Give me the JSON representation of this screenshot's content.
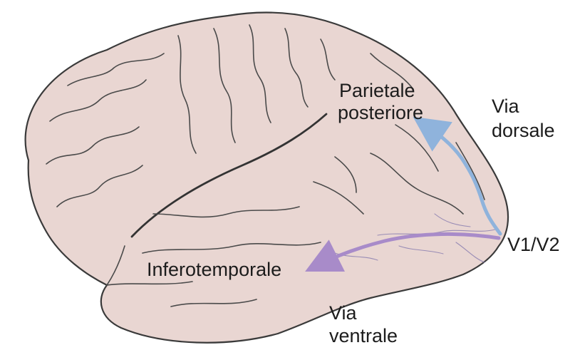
{
  "labels": {
    "parietal_line1": "Parietale",
    "parietal_line2": "posteriore",
    "dorsal_line1": "Via",
    "dorsal_line2": "dorsale",
    "v1v2": "V1/V2",
    "inferotemporal": "Inferotemporale",
    "ventral_line1": "Via",
    "ventral_line2": "ventrale"
  },
  "colors": {
    "brain_fill": "#e9d6d2",
    "outline": "#3a3a3a",
    "dorsal_arrow": "#8fb3dc",
    "ventral_arrow": "#a88bc9",
    "vessel": "#8b7fb0",
    "text": "#1c1c1c"
  }
}
